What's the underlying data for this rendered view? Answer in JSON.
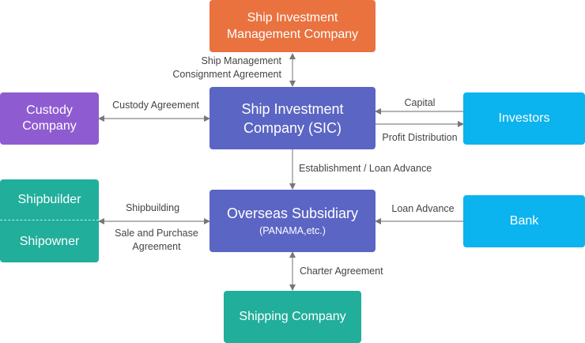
{
  "colors": {
    "management": "#E9723F",
    "sic": "#5B65C4",
    "subsidiary": "#5B65C4",
    "custody": "#8E5CD0",
    "investors": "#0BB3EF",
    "bank": "#0BB3EF",
    "builder": "#21AE9B",
    "shipping": "#21AE9B",
    "arrow": "#777777"
  },
  "nodes": {
    "management": {
      "line1": "Ship Investment",
      "line2": "Management Company"
    },
    "sic": {
      "line1": "Ship Investment",
      "line2": "Company (SIC)"
    },
    "custody": {
      "line1": "Custody",
      "line2": "Company"
    },
    "investors": {
      "label": "Investors"
    },
    "subsidiary": {
      "label": "Overseas Subsidiary",
      "sub": "(PANAMA,etc.)"
    },
    "builder": {
      "top": "Shipbuilder",
      "bottom": "Shipowner"
    },
    "bank": {
      "label": "Bank"
    },
    "shipping": {
      "label": "Shipping Company"
    }
  },
  "edges": {
    "management_sic": {
      "line1": "Ship Management",
      "line2": "Consignment Agreement"
    },
    "custody": "Custody Agreement",
    "capital": "Capital",
    "profit": "Profit Distribution",
    "establishment": "Establishment / Loan Advance",
    "loan": "Loan Advance",
    "shipbuilding": "Shipbuilding",
    "sale_purchase": {
      "line1": "Sale and Purchase",
      "line2": "Agreement"
    },
    "charter": "Charter Agreement"
  }
}
